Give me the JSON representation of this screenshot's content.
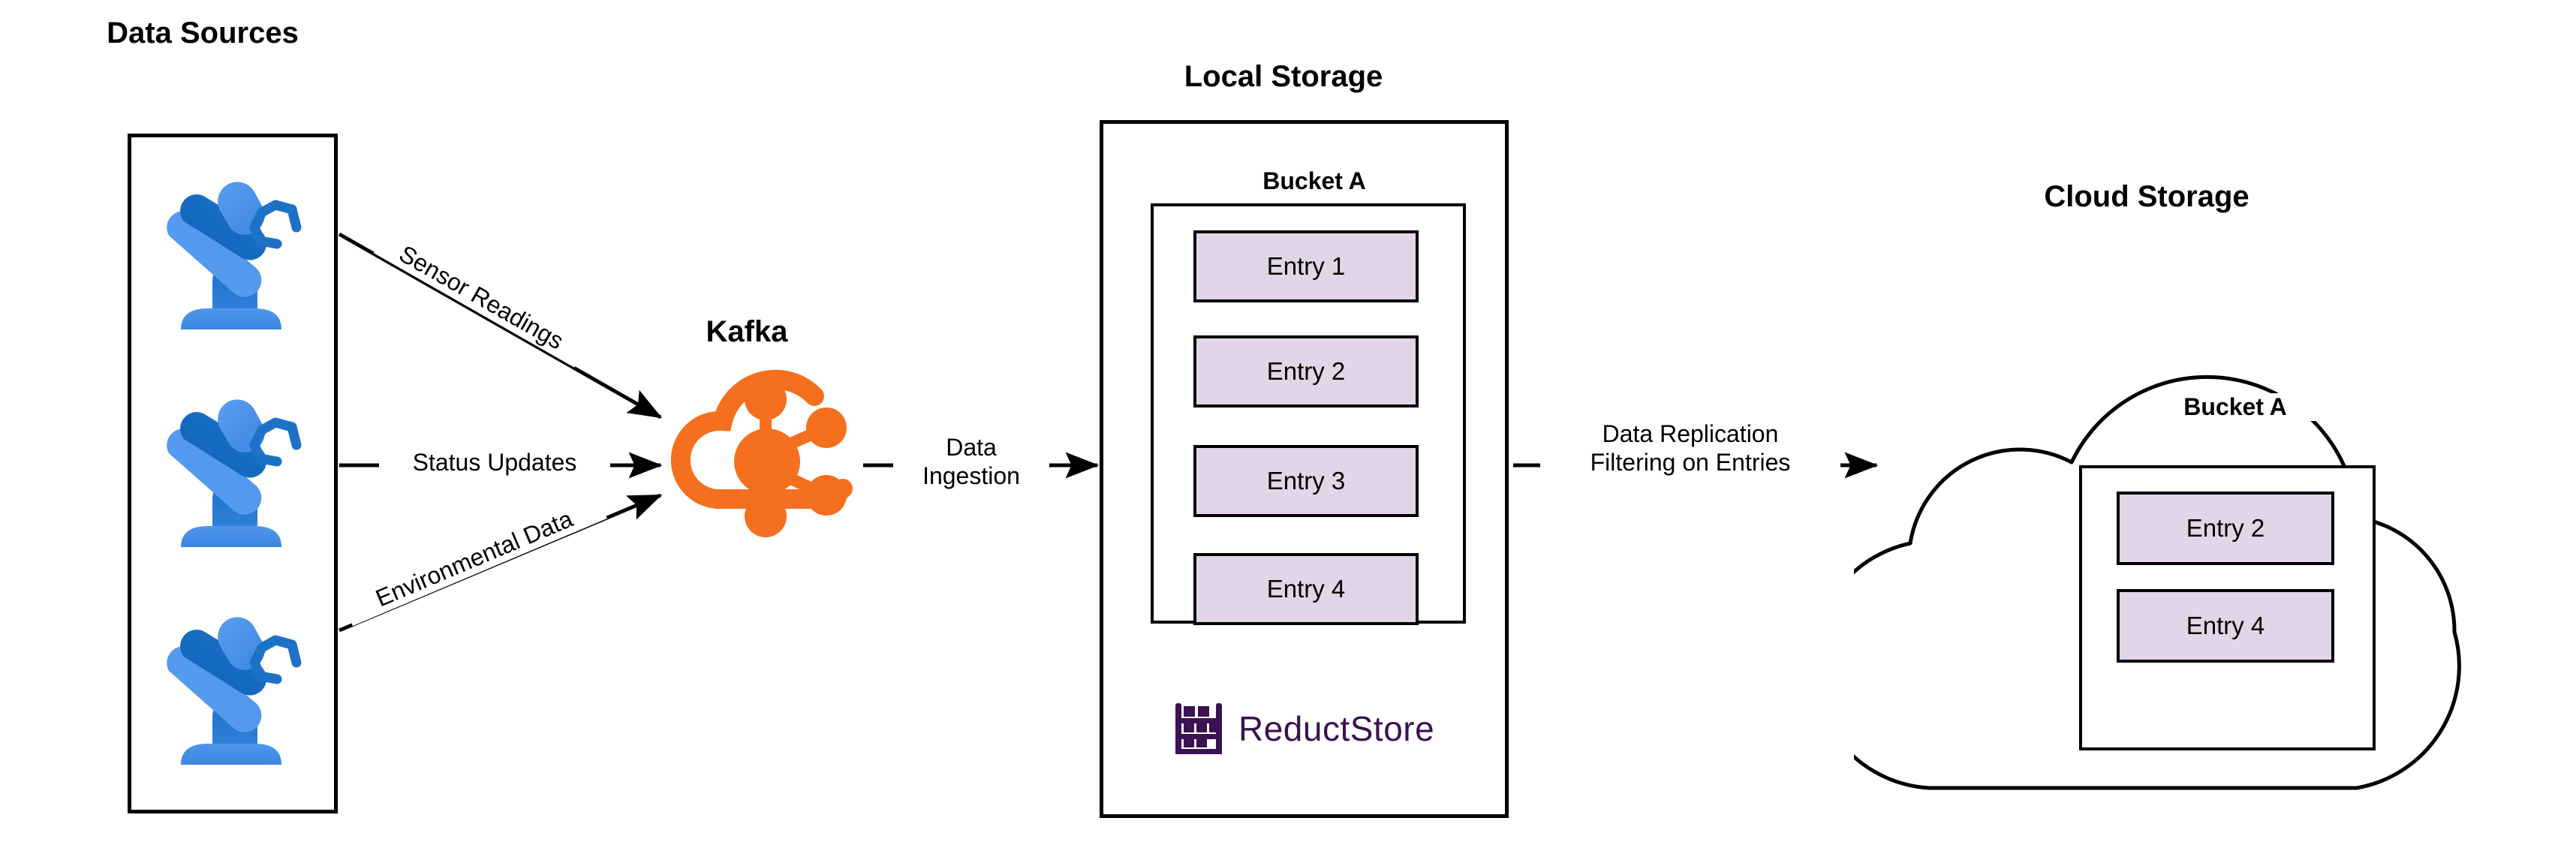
{
  "diagram": {
    "type": "architecture-flow",
    "title": "Data pipeline: Data Sources to Kafka to Local Storage to Cloud Storage"
  },
  "sections": {
    "data_sources": {
      "title": "Data Sources",
      "device_count": 3,
      "device_icon": "robot-arm-icon"
    },
    "kafka": {
      "title": "Kafka",
      "icon": "kafka-cloud-node-icon"
    },
    "local_storage": {
      "title": "Local Storage",
      "bucket_label": "Bucket A",
      "entries": [
        "Entry 1",
        "Entry 2",
        "Entry 3",
        "Entry 4"
      ],
      "brand": {
        "name": "ReductStore",
        "icon": "reductstore-shelf-icon"
      }
    },
    "cloud_storage": {
      "title": "Cloud Storage",
      "bucket_label": "Bucket A",
      "entries": [
        "Entry 2",
        "Entry 4"
      ],
      "shape": "cloud-outline"
    }
  },
  "edges": [
    {
      "id": "sensor-readings",
      "label": "Sensor Readings",
      "from": "data-sources",
      "to": "kafka"
    },
    {
      "id": "status-updates",
      "label": "Status Updates",
      "from": "data-sources",
      "to": "kafka"
    },
    {
      "id": "environmental-data",
      "label": "Environmental Data",
      "from": "data-sources",
      "to": "kafka"
    },
    {
      "id": "data-ingestion",
      "label_line1": "Data",
      "label_line2": "Ingestion",
      "from": "kafka",
      "to": "local-storage"
    },
    {
      "id": "data-replication",
      "label_line1": "Data Replication",
      "label_line2": "Filtering on Entries",
      "from": "local-storage",
      "to": "cloud-storage"
    }
  ],
  "colors": {
    "entry_fill": "#e1d5e7",
    "stroke": "#000000",
    "kafka_orange": "#f5701e",
    "robot_blue_light": "#4e96ec",
    "robot_blue_mid": "#2f80d8",
    "robot_blue_dark": "#0f63b8",
    "reduct_purple": "#3b1252",
    "background": "#ffffff"
  }
}
